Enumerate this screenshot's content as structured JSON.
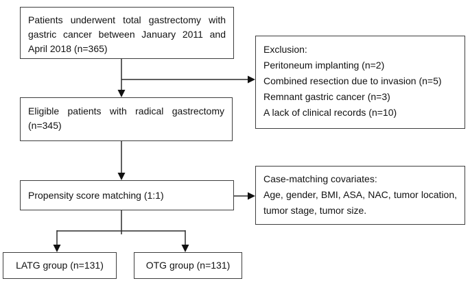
{
  "colors": {
    "background": "#ffffff",
    "box_border": "#3d3d3d",
    "connector": "#2a2a2a",
    "text": "#111111"
  },
  "flowchart": {
    "initial_cohort": {
      "text": "Patients underwent total gastrectomy with gastric cancer between January 2011 and April 2018 (n=365)"
    },
    "exclusion": {
      "lines": [
        "Exclusion:",
        "Peritoneum implanting (n=2)",
        "Combined resection due to invasion (n=5)",
        "Remnant gastric cancer (n=3)",
        "A lack of clinical records (n=10)"
      ]
    },
    "eligible": {
      "text": "Eligible patients with radical gastrectomy (n=345)"
    },
    "psm": {
      "text": "Propensity score matching (1:1)"
    },
    "covariates": {
      "title": "Case-matching covariates:",
      "body": "Age, gender, BMI, ASA, NAC, tumor location, tumor stage, tumor size."
    },
    "latg_group": {
      "text": "LATG group (n=131)"
    },
    "otg_group": {
      "text": "OTG group (n=131)"
    }
  }
}
